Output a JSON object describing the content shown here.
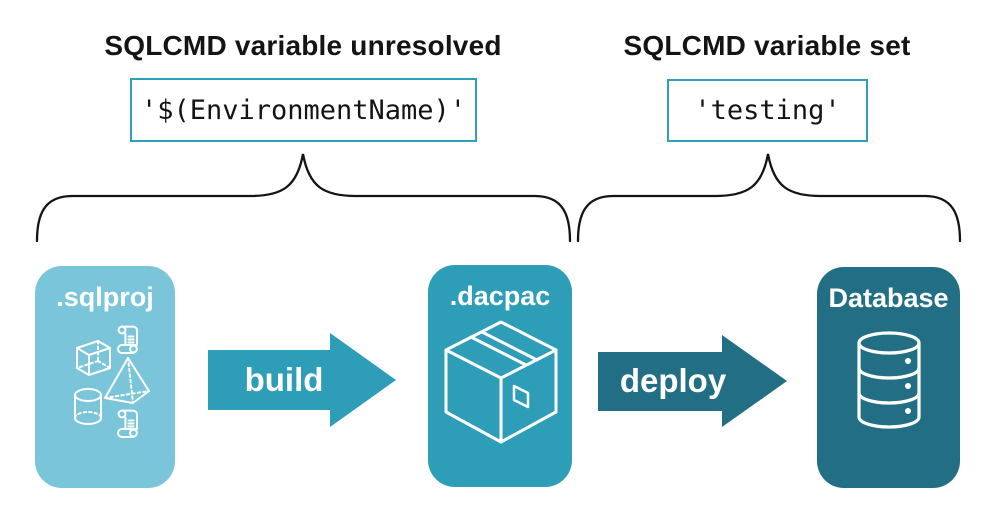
{
  "colors": {
    "background": "#ffffff",
    "ink": "#141414",
    "light_blue": "#7AC5DA",
    "mid_teal": "#2D9DB8",
    "dark_teal": "#226F85",
    "box_border": "#2F9FBE",
    "white": "#ffffff"
  },
  "annotations": {
    "unresolved": {
      "heading": "SQLCMD variable unresolved",
      "value": "'$(EnvironmentName)'"
    },
    "set": {
      "heading": "SQLCMD variable set",
      "value": "'testing'"
    }
  },
  "pipeline": {
    "nodes": [
      {
        "label": ".sqlproj",
        "icon": "sql-objects-icons"
      },
      {
        "label": ".dacpac",
        "icon": "package-icon"
      },
      {
        "label": "Database",
        "icon": "database-icon"
      }
    ],
    "arrows": [
      {
        "label": "build"
      },
      {
        "label": "deploy"
      }
    ]
  }
}
